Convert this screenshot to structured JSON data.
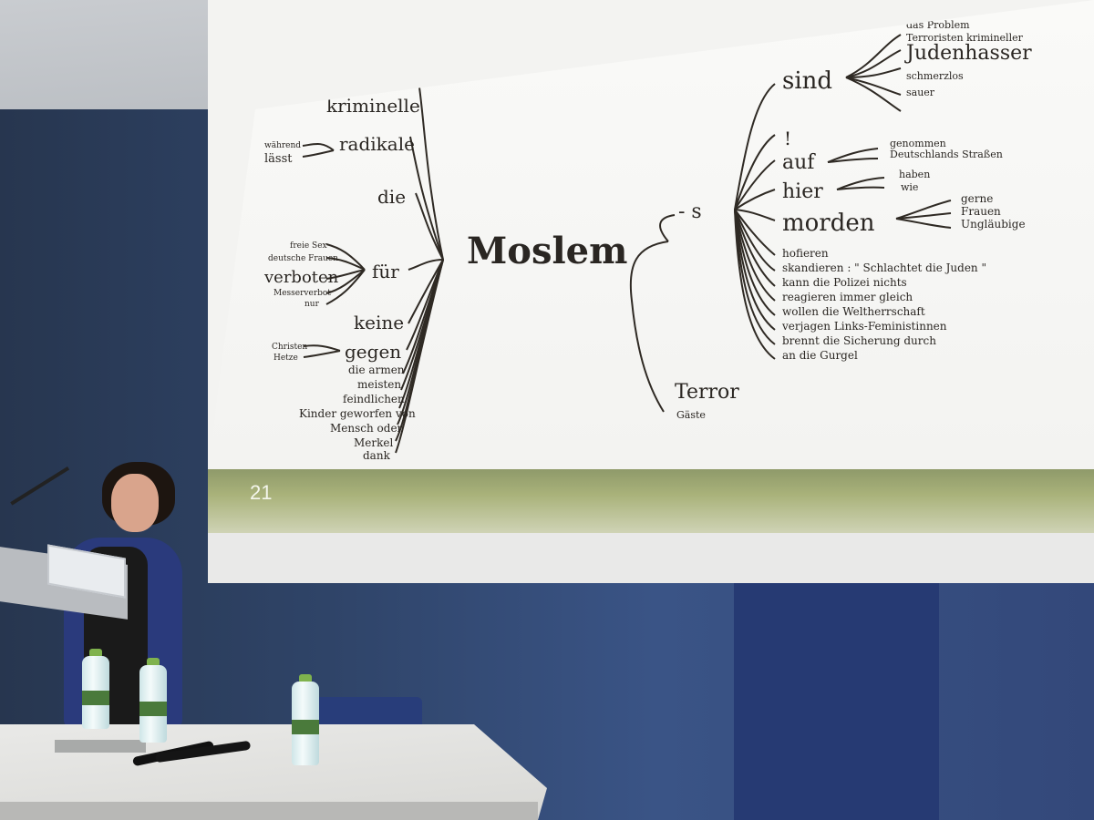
{
  "slide": {
    "number": "21",
    "center_word": "Moslem",
    "suffix": "- s",
    "left_words": {
      "kriminelle": "kriminelle",
      "radikale": "radikale",
      "die": "die",
      "fuer": "für",
      "keine": "keine",
      "gegen": "gegen",
      "die_armen": "die armen",
      "meisten": "meisten",
      "feindlichen": "feindlichen",
      "kinder": "Kinder geworfen von",
      "mensch": "Mensch oder",
      "merkel": "Merkel",
      "dank": "dank"
    },
    "left_sub": {
      "waehrend": "während",
      "laesst": "lässt",
      "freie_sex": "freie Sex",
      "deutsche_frauen": "deutsche Frauen",
      "verboten": "verboten",
      "messerverbot": "Messerverbot",
      "nur": "nur",
      "christen": "Christen",
      "hetze": "Hetze"
    },
    "right_words": {
      "sind": "sind",
      "excl": "!",
      "auf": "auf",
      "hier": "hier",
      "morden": "morden",
      "hofieren": "hofieren",
      "skandieren": "skandieren : \" Schlachtet die Juden \"",
      "kann": "kann die Polizei nichts",
      "reagieren": "reagieren immer gleich",
      "wollen": "wollen die Weltherrschaft",
      "verjagen": "verjagen Links-Feministinnen",
      "brennt": "brennt die Sicherung durch",
      "gurgel": "an die Gurgel"
    },
    "sind_branch": {
      "problem": "das Problem",
      "terroristen": "Terroristen krimineller",
      "judenhasser": "Judenhasser",
      "schmerzlos": "schmerzlos",
      "sauer": "sauer"
    },
    "auf_branch": {
      "genommen": "genommen",
      "strassen": "Deutschlands Straßen"
    },
    "hier_branch": {
      "haben": "haben",
      "wie": "wie"
    },
    "morden_branch": {
      "gerne": "gerne",
      "frauen": "Frauen",
      "unglaeubige": "Ungläubige"
    },
    "lower_branch": {
      "terror": "Terror",
      "gaeste": "Gäste"
    }
  },
  "colors": {
    "slide_text": "#2a2622",
    "wall": "#2f4468",
    "footer_band": "#a9b27a"
  }
}
